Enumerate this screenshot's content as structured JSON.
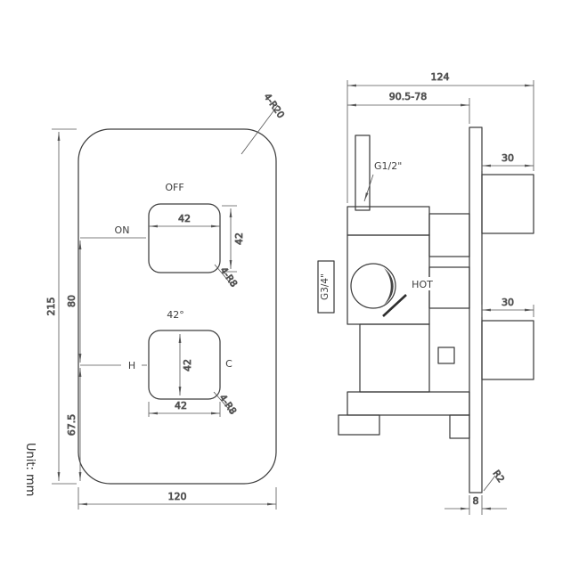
{
  "unit_note": "Unit: mm",
  "front_view": {
    "labels": {
      "off": "OFF",
      "on": "ON",
      "hot_handle": "H",
      "cold_handle": "C",
      "temp_indicator": "42°"
    },
    "dimensions": {
      "overall_height": "215",
      "overall_width": "120",
      "handle_spacing": "80",
      "lower_offset": "67.5",
      "top_knob_width": "42",
      "top_knob_height": "42",
      "bottom_knob_width": "42",
      "bottom_knob_height": "42",
      "plate_corner_radius": "4-R20",
      "top_knob_corner_radius": "4-R8",
      "bottom_knob_corner_radius": "4-R8"
    }
  },
  "side_view": {
    "labels": {
      "inlet_thread": "G1/2\"",
      "outlet_thread": "G3/4\"",
      "hot_marking": "HOT"
    },
    "dimensions": {
      "overall_depth": "124",
      "installation_depth": "90.5-78",
      "top_knob_depth": "30",
      "bottom_knob_depth": "30",
      "plate_thickness": "8",
      "plate_edge_radius": "R2"
    }
  }
}
